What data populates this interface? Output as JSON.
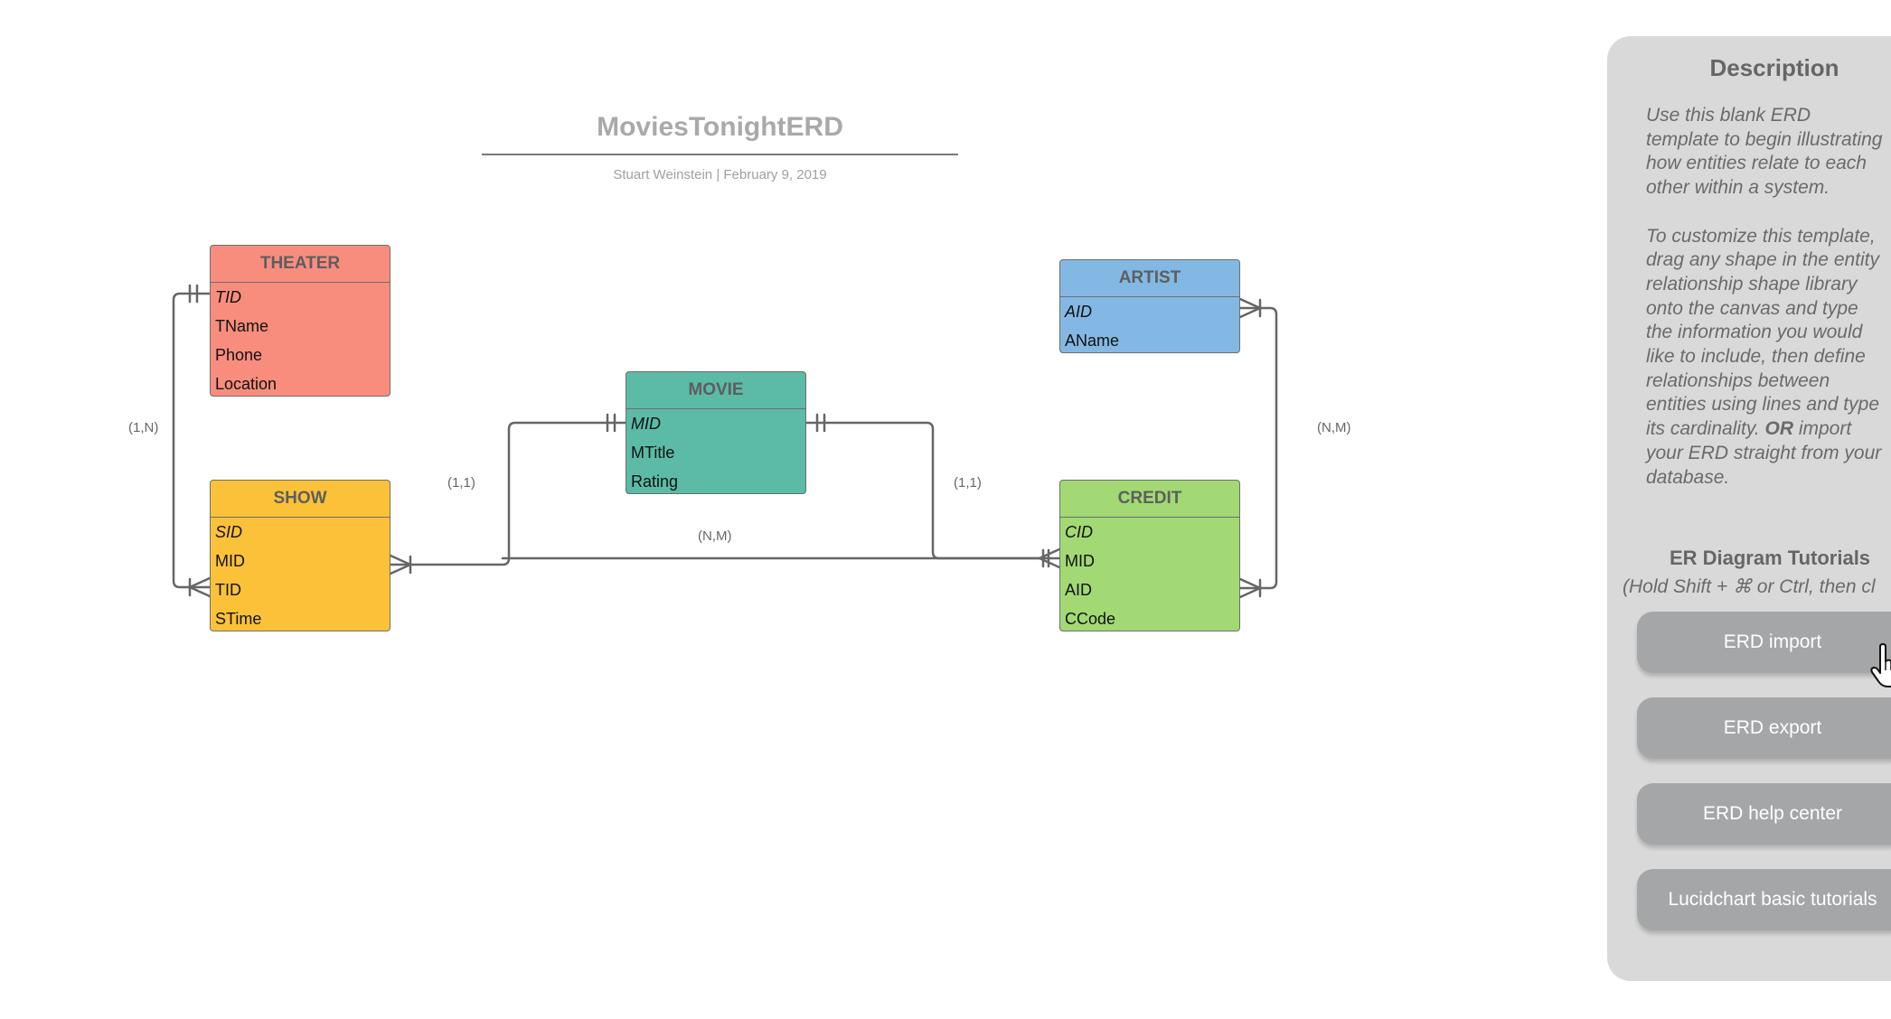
{
  "diagram": {
    "title": "MoviesTonightERD",
    "subtitle": "Stuart Weinstein  |  February 9, 2019",
    "entities": {
      "theater": {
        "name": "THEATER",
        "color": "#f88d7e",
        "attributes": [
          {
            "label": "TID",
            "key": true
          },
          {
            "label": "TName",
            "key": false
          },
          {
            "label": "Phone",
            "key": false
          },
          {
            "label": "Location",
            "key": false
          }
        ]
      },
      "show": {
        "name": "SHOW",
        "color": "#fbc239",
        "attributes": [
          {
            "label": "SID",
            "key": true
          },
          {
            "label": "MID",
            "key": false
          },
          {
            "label": "TID",
            "key": false
          },
          {
            "label": "STime",
            "key": false
          }
        ]
      },
      "movie": {
        "name": "MOVIE",
        "color": "#5cbba6",
        "attributes": [
          {
            "label": "MID",
            "key": true
          },
          {
            "label": "MTitle",
            "key": false
          },
          {
            "label": "Rating",
            "key": false
          }
        ]
      },
      "artist": {
        "name": "ARTIST",
        "color": "#84b8e4",
        "attributes": [
          {
            "label": "AID",
            "key": true
          },
          {
            "label": "AName",
            "key": false
          }
        ]
      },
      "credit": {
        "name": "CREDIT",
        "color": "#a2d974",
        "attributes": [
          {
            "label": "CID",
            "key": true
          },
          {
            "label": "MID",
            "key": false
          },
          {
            "label": "AID",
            "key": false
          },
          {
            "label": "CCode",
            "key": false
          }
        ]
      }
    },
    "cardinalities": {
      "theater_show": "(1,N)",
      "movie_show": "(1,1)",
      "movie_credit": "(1,1)",
      "show_credit": "(N,M)",
      "artist_credit": "(N,M)"
    },
    "line_color": "#666666"
  },
  "panel": {
    "title": "Description",
    "description_1": [
      "Use this blank ERD",
      "template to begin illustrating",
      "how entities relate to each",
      "other within a system."
    ],
    "description_2_lines": [
      "To customize this template,",
      "drag any shape in the entity",
      "relationship shape library",
      "onto the canvas and type",
      "the information you would",
      "like to include, then define",
      "relationships between",
      "entities using lines and type"
    ],
    "description_2_tail_pre": "its cardinality. ",
    "description_2_bold": "OR",
    "description_2_tail_post": " import",
    "description_2_end": [
      "your ERD straight from your",
      "database."
    ],
    "tutorials_title": "ER Diagram Tutorials",
    "tutorials_hint": "(Hold Shift + ⌘ or Ctrl, then cl",
    "buttons": [
      "ERD import",
      "ERD export",
      "ERD help center",
      "Lucidchart basic tutorials"
    ],
    "background": "#d9d9d9",
    "button_color": "#a5a6a8"
  }
}
